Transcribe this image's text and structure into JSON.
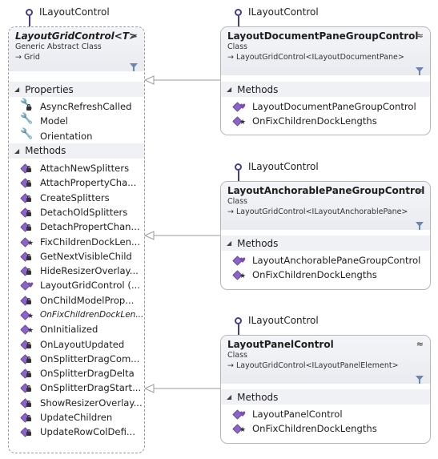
{
  "interface_label": "ILayoutControl",
  "classes": [
    {
      "title": "LayoutGridControl<T>",
      "stereotype": "Generic Abstract Class",
      "inherits": "Grid",
      "properties_label": "Properties",
      "properties": [
        "AsyncRefreshCalled",
        "Model",
        "Orientation"
      ],
      "methods_label": "Methods",
      "methods": [
        "AttachNewSplitters",
        "AttachPropertyCha...",
        "CreateSplitters",
        "DetachOldSplitters",
        "DetachPropertChan...",
        "FixChildrenDockLen...",
        "GetNextVisibleChild",
        "HideResizerOverlay...",
        "LayoutGridControl (...",
        "OnChildModelProp...",
        "OnFixChildrenDockLen...",
        "OnInitialized",
        "OnLayoutUpdated",
        "OnSplitterDragCom...",
        "OnSplitterDragDelta",
        "OnSplitterDragStart...",
        "ShowResizerOverlay...",
        "UpdateChildren",
        "UpdateRowColDefi..."
      ]
    },
    {
      "title": "LayoutDocumentPaneGroupControl",
      "stereotype": "Class",
      "inherits": "LayoutGridControl<ILayoutDocumentPane>",
      "methods_label": "Methods",
      "methods": [
        "LayoutDocumentPaneGroupControl",
        "OnFixChildrenDockLengths"
      ]
    },
    {
      "title": "LayoutAnchorablePaneGroupControl",
      "stereotype": "Class",
      "inherits": "LayoutGridControl<ILayoutAnchorablePane>",
      "methods_label": "Methods",
      "methods": [
        "LayoutAnchorablePaneGroupControl",
        "OnFixChildrenDockLengths"
      ]
    },
    {
      "title": "LayoutPanelControl",
      "stereotype": "Class",
      "inherits": "LayoutGridControl<ILayoutPanelElement>",
      "methods_label": "Methods",
      "methods": [
        "LayoutPanelControl",
        "OnFixChildrenDockLengths"
      ]
    }
  ],
  "glyphs": {
    "collapse": "≈",
    "section_toggle": "◢",
    "inherit_arrow": "→"
  }
}
